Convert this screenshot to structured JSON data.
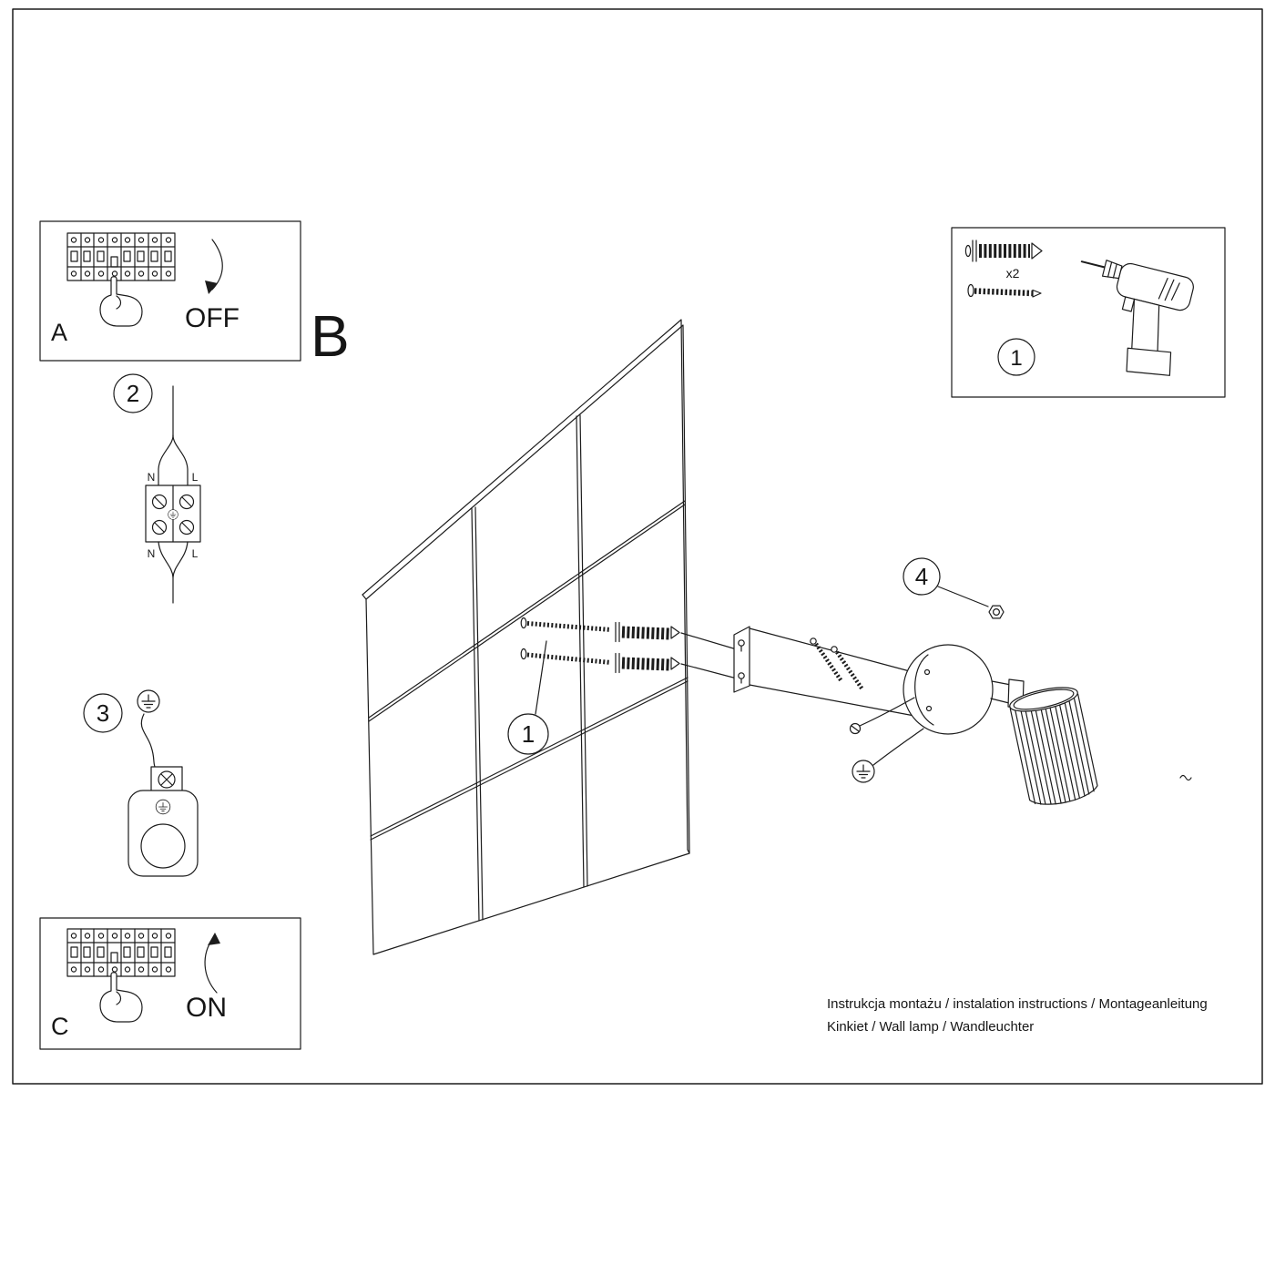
{
  "panel_a": {
    "label": "A",
    "action": "OFF"
  },
  "panel_c": {
    "label": "C",
    "action": "ON"
  },
  "section_b": {
    "label": "B"
  },
  "callouts": {
    "step1_wall": "1",
    "step1_tools": "1",
    "step2": "2",
    "step3": "3",
    "step4": "4"
  },
  "wiring": {
    "n_top": "N",
    "l_top": "L",
    "n_bottom": "N",
    "l_bottom": "L"
  },
  "tools": {
    "anchor_count": "x2"
  },
  "footer": {
    "line1": "Instrukcja montażu / instalation instructions / Montageanleitung",
    "line2": "Kinkiet / Wall lamp / Wandleuchter"
  }
}
